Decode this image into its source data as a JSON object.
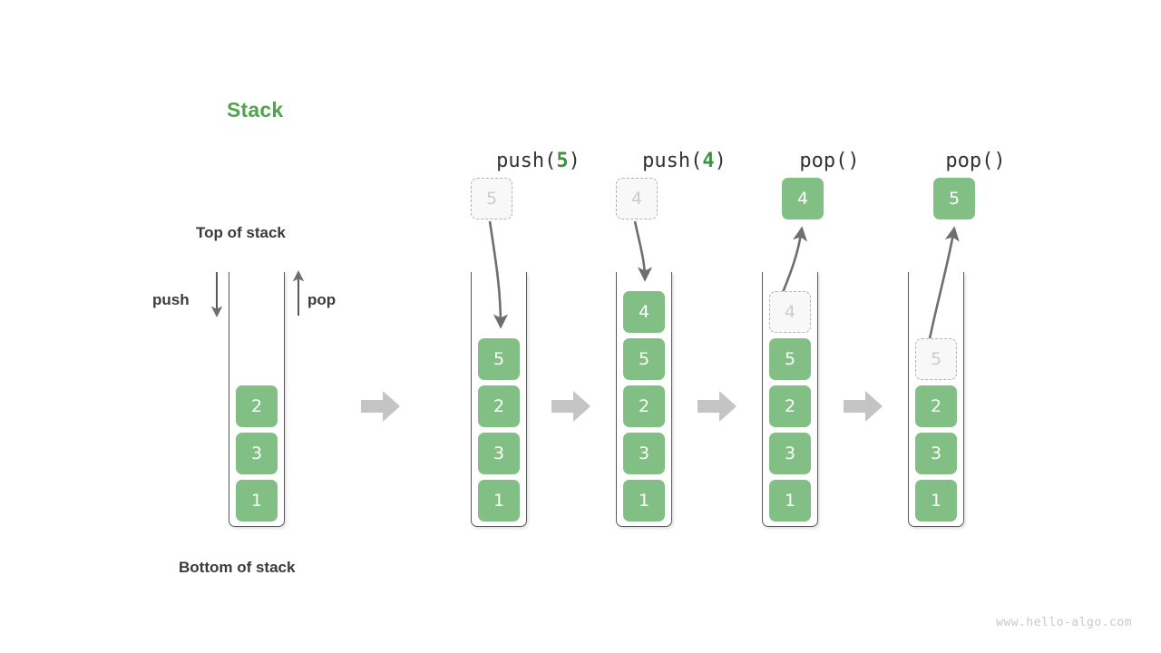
{
  "title": "Stack",
  "labels": {
    "top_of_stack": "Top of stack",
    "bottom_of_stack": "Bottom of stack",
    "push": "push",
    "pop": "pop"
  },
  "watermark": "www.hello-algo.com",
  "colors": {
    "accent_green": "#51a34c",
    "cell_green": "#81bf84",
    "ghost_gray": "#cccccc",
    "text_dark": "#3a3a3a",
    "arrow_gray": "#6e6e6e",
    "block_arrow_gray": "#c4c4c4"
  },
  "columns": [
    {
      "id": "initial",
      "header": null,
      "header_prefix": null,
      "header_arg": null,
      "header_suffix": null,
      "floating": null,
      "cells": [
        {
          "value": "2",
          "state": "filled"
        },
        {
          "value": "3",
          "state": "filled"
        },
        {
          "value": "1",
          "state": "filled"
        }
      ]
    },
    {
      "id": "push5",
      "header_prefix": "push(",
      "header_arg": "5",
      "header_suffix": ")",
      "floating": {
        "value": "5",
        "state": "ghost"
      },
      "cells": [
        {
          "value": "5",
          "state": "filled"
        },
        {
          "value": "2",
          "state": "filled"
        },
        {
          "value": "3",
          "state": "filled"
        },
        {
          "value": "1",
          "state": "filled"
        }
      ]
    },
    {
      "id": "push4",
      "header_prefix": "push(",
      "header_arg": "4",
      "header_suffix": ")",
      "floating": {
        "value": "4",
        "state": "ghost"
      },
      "cells": [
        {
          "value": "4",
          "state": "filled"
        },
        {
          "value": "5",
          "state": "filled"
        },
        {
          "value": "2",
          "state": "filled"
        },
        {
          "value": "3",
          "state": "filled"
        },
        {
          "value": "1",
          "state": "filled"
        }
      ]
    },
    {
      "id": "pop1",
      "header_prefix": "pop(",
      "header_arg": "",
      "header_suffix": ")",
      "floating": {
        "value": "4",
        "state": "filled"
      },
      "cells": [
        {
          "value": "4",
          "state": "ghost"
        },
        {
          "value": "5",
          "state": "filled"
        },
        {
          "value": "2",
          "state": "filled"
        },
        {
          "value": "3",
          "state": "filled"
        },
        {
          "value": "1",
          "state": "filled"
        }
      ]
    },
    {
      "id": "pop2",
      "header_prefix": "pop(",
      "header_arg": "",
      "header_suffix": ")",
      "floating": {
        "value": "5",
        "state": "filled"
      },
      "cells": [
        {
          "value": "",
          "state": "empty"
        },
        {
          "value": "5",
          "state": "ghost"
        },
        {
          "value": "2",
          "state": "filled"
        },
        {
          "value": "3",
          "state": "filled"
        },
        {
          "value": "1",
          "state": "filled"
        }
      ]
    }
  ]
}
